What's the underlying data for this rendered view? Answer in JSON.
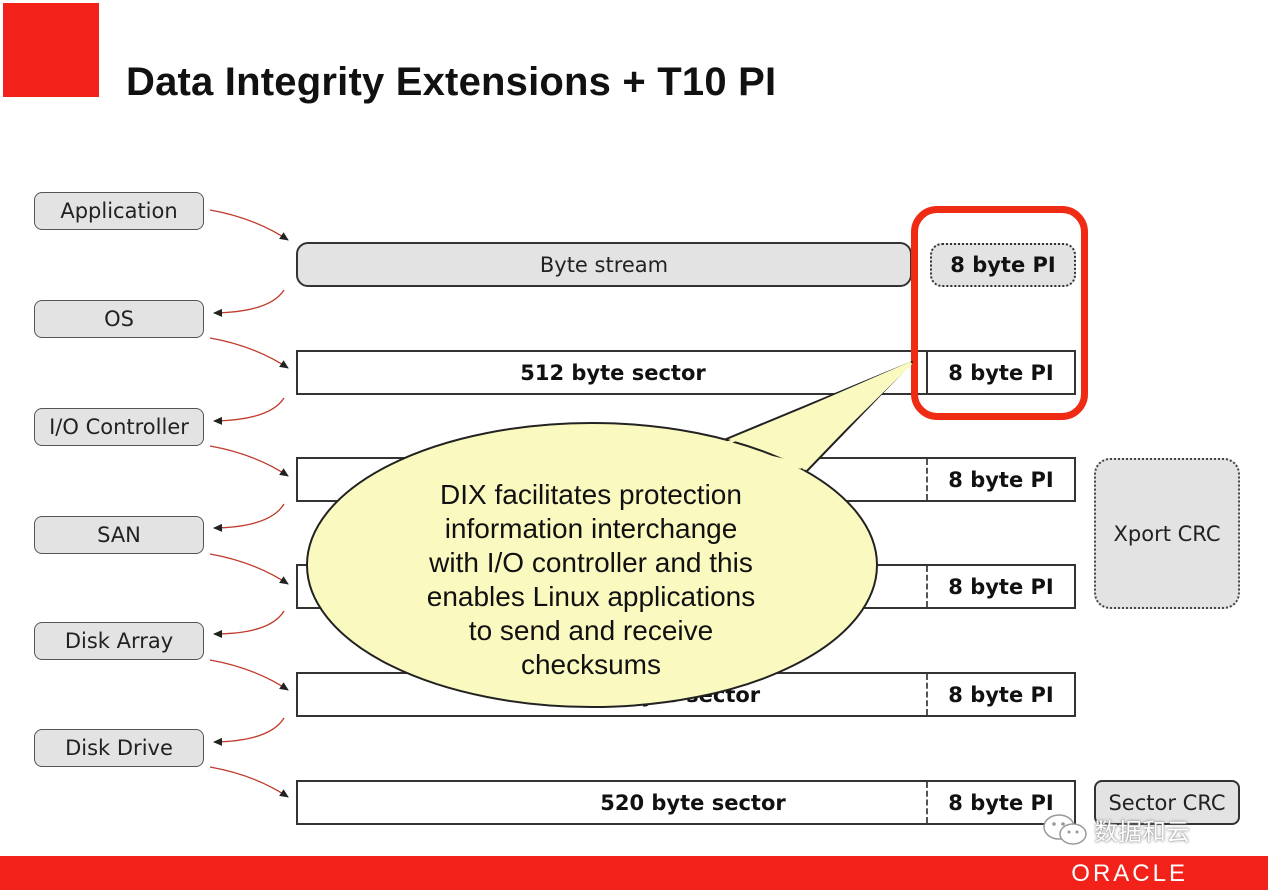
{
  "slide": {
    "title": "Data Integrity Extensions + T10 PI"
  },
  "layers": [
    {
      "label": "Application"
    },
    {
      "label": "OS"
    },
    {
      "label": "I/O Controller"
    },
    {
      "label": "SAN"
    },
    {
      "label": "Disk Array"
    },
    {
      "label": "Disk Drive"
    }
  ],
  "byte_stream": {
    "label": "Byte stream",
    "pi": "8 byte PI"
  },
  "sectors": [
    {
      "label": "512 byte sector",
      "pi": "8 byte PI"
    },
    {
      "label": "",
      "pi": "8 byte PI"
    },
    {
      "label": "",
      "pi": "8 byte PI"
    },
    {
      "label": "byte sector",
      "pi": "8 byte PI"
    },
    {
      "label": "520 byte sector",
      "pi": "8 byte PI"
    }
  ],
  "side_labels": {
    "xport_crc": "Xport CRC",
    "sector_crc": "Sector CRC"
  },
  "callout": {
    "lines": [
      "DIX facilitates protection",
      "information interchange",
      "with I/O controller and this",
      "enables Linux applications",
      "to send and receive",
      "checksums"
    ]
  },
  "watermark": {
    "text": "数据和云"
  },
  "footer": {
    "logo": "ORACLE"
  },
  "colors": {
    "accent_red": "#f2221b",
    "callout_fill": "#fafac0",
    "box_grey": "#e3e3e3",
    "arrow_red": "#c0392b"
  }
}
